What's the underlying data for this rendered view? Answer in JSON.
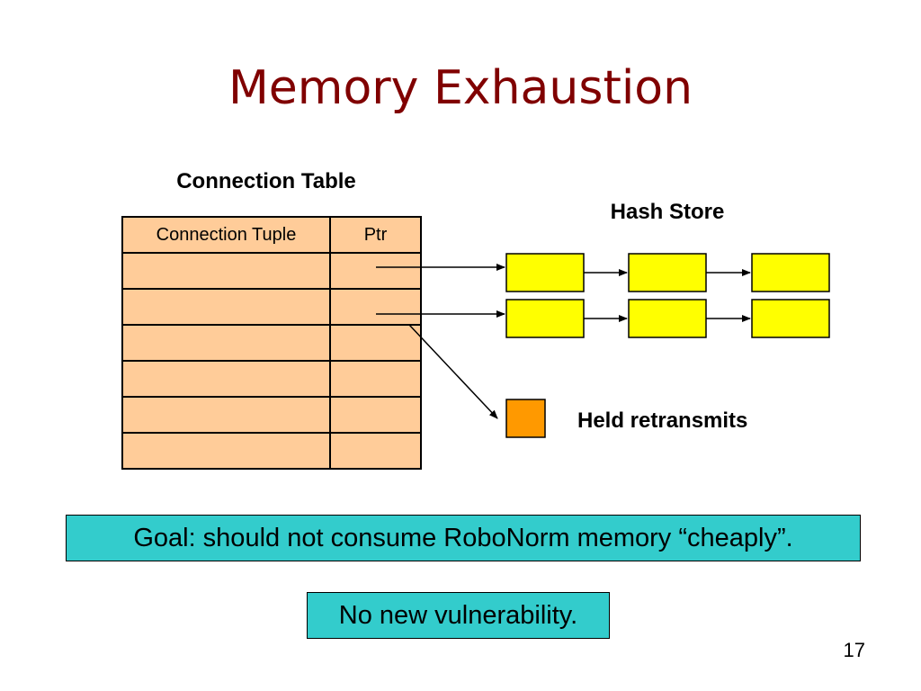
{
  "slide": {
    "title": "Memory Exhaustion",
    "number": "17"
  },
  "connection_table": {
    "label": "Connection Table",
    "headers": [
      "Connection Tuple",
      "Ptr"
    ],
    "row_count": 6,
    "fill_color": "#ffcc99"
  },
  "hash_store": {
    "label": "Hash Store",
    "fill_color": "#ffff00",
    "chain_rows": 2,
    "nodes_per_row": 3
  },
  "held_retransmits": {
    "label": "Held retransmits",
    "fill_color": "#ff9900"
  },
  "callouts": {
    "goal": "Goal: should not consume RoboNorm memory “cheaply”.",
    "no_vulnerability": "No new vulnerability.",
    "fill_color": "#33cccc"
  }
}
